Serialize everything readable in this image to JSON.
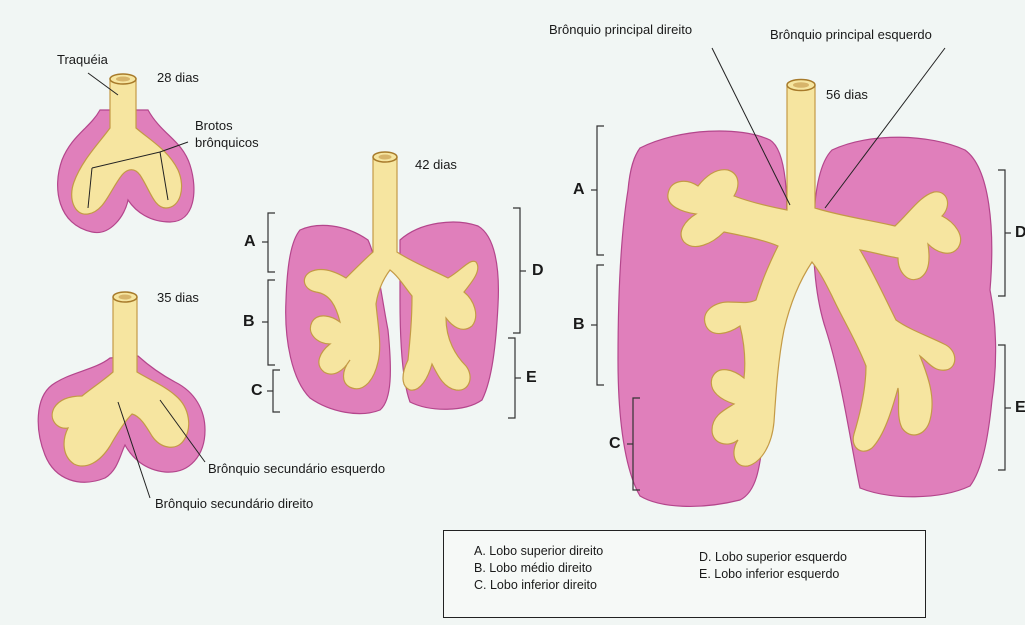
{
  "labels": {
    "trachea": "Traquéia",
    "age_28": "28 dias",
    "lung_buds_1": "Brotos",
    "lung_buds_2": "brônquicos",
    "age_35": "35 dias",
    "left_secondary": "Brônquio secundário esquerdo",
    "right_secondary": "Brônquio secundário direito",
    "age_42": "42 dias",
    "age_56": "56 dias",
    "right_main": "Brônquio principal direito",
    "left_main": "Brônquio principal esquerdo"
  },
  "letters": {
    "a": "A",
    "b": "B",
    "c": "C",
    "d": "D",
    "e": "E"
  },
  "legend": [
    "A. Lobo superior direito",
    "B. Lobo médio direito",
    "C. Lobo inferior direito",
    "D. Lobo superior esquerdo",
    "E. Lobo inferior esquerdo"
  ],
  "colors": {
    "mesenchyme": "#e07fbb",
    "airway": "#f6e5a0",
    "background": "#f1f6f4"
  }
}
